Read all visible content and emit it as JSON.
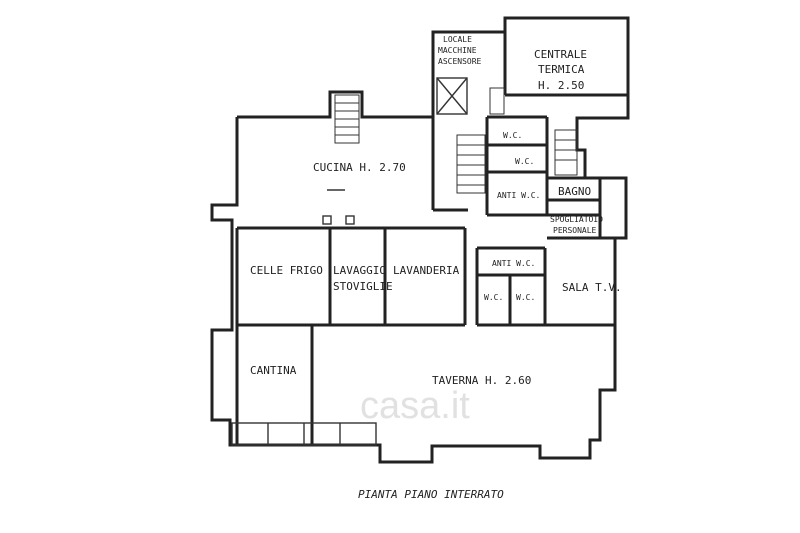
{
  "rooms": {
    "locale_macchine_1": "LOCALE",
    "locale_macchine_2": "MACCHINE",
    "locale_macchine_3": "ASCENSORE",
    "centrale_termica_1": "CENTRALE",
    "centrale_termica_2": "TERMICA",
    "centrale_termica_3": "H. 2.50",
    "cucina": "CUCINA H. 2.70",
    "wc_1": "W.C.",
    "wc_2": "W.C.",
    "anti_wc_1": "ANTI W.C.",
    "bagno": "BAGNO",
    "spogliatoio_1": "SPOGLIATOIO",
    "spogliatoio_2": "PERSONALE",
    "celle_frigo": "CELLE FRIGO",
    "lavaggio_1": "LAVAGGIO",
    "lavaggio_2": "STOVIGLIE",
    "lavanderia": "LAVANDERIA",
    "anti_wc_2": "ANTI W.C.",
    "wc_3": "W.C.",
    "wc_4": "W.C.",
    "sala_tv": "SALA T.V.",
    "cantina": "CANTINA",
    "taverna": "TAVERNA H. 2.60"
  },
  "plan_title": "PIANTA PIANO INTERRATO",
  "watermark": "casa.it"
}
